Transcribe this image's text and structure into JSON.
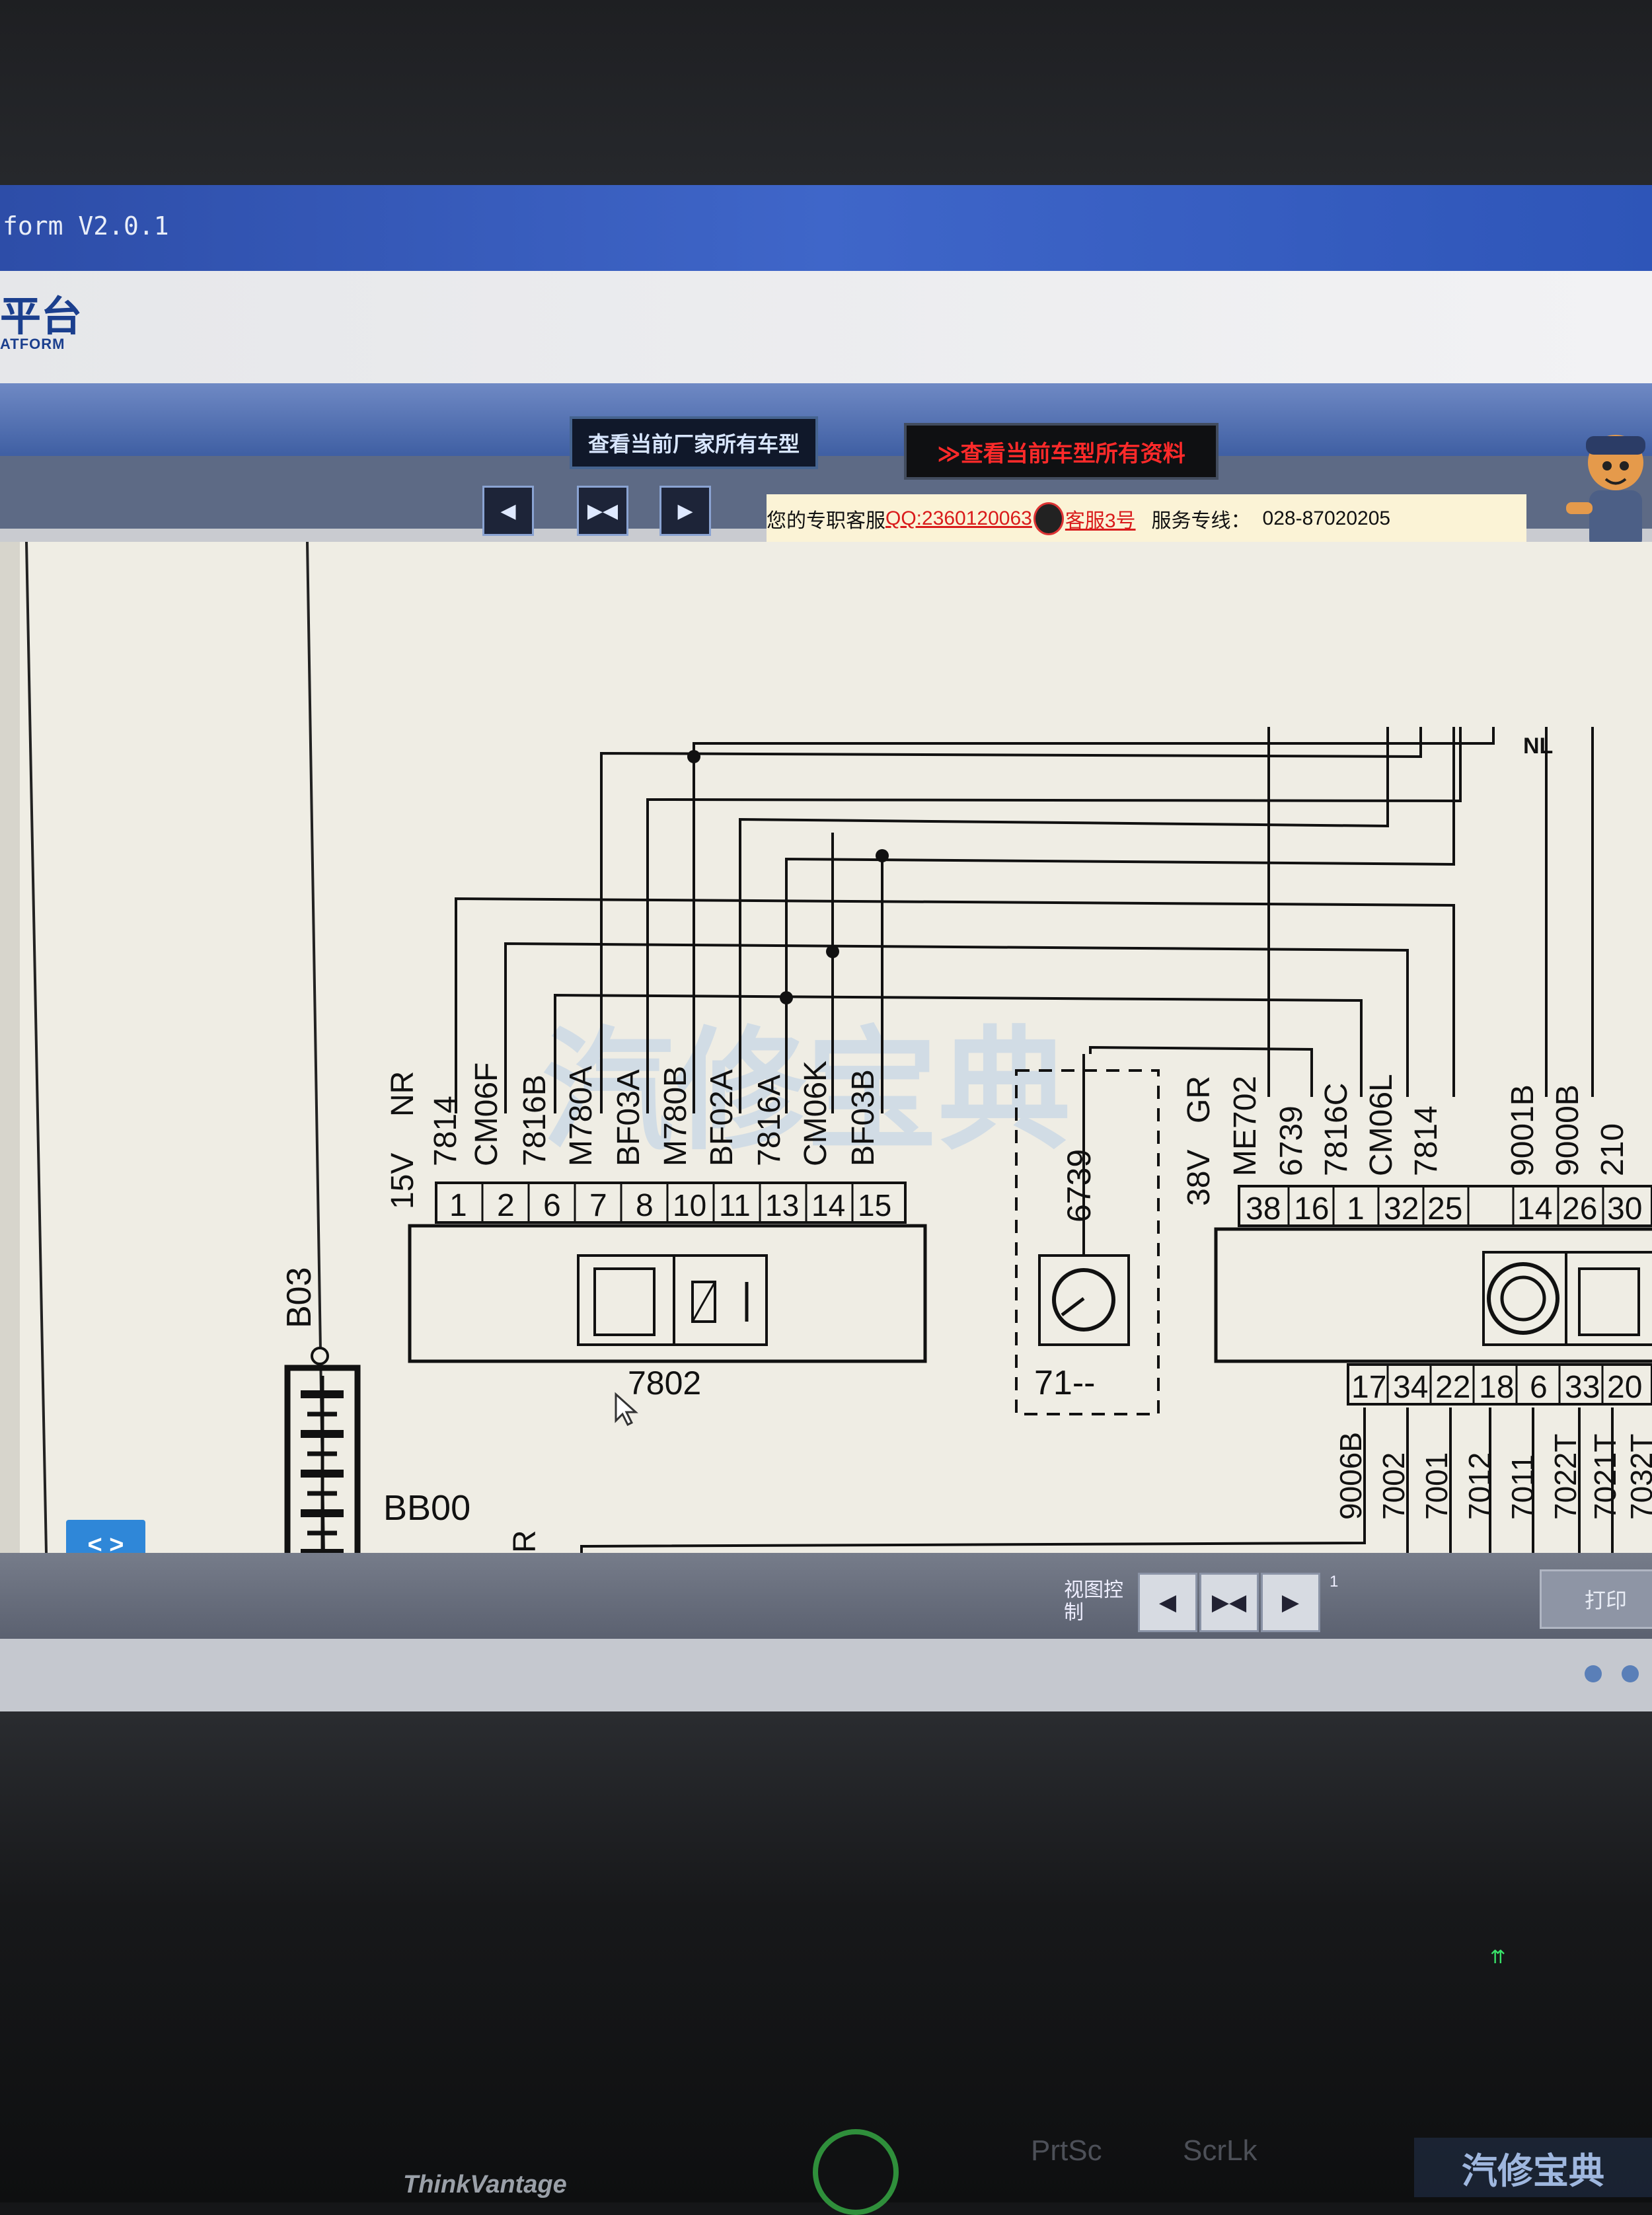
{
  "window": {
    "title": "form V2.0.1"
  },
  "banner": {
    "brand_main": "平台",
    "brand_sub": "ATFORM"
  },
  "toolbar": {
    "all_models_label": "查看当前厂家所有车型",
    "all_docs_label": "≫查看当前车型所有资料"
  },
  "service": {
    "prefix": "您的专职客服",
    "qq_link": "QQ:2360120063",
    "agent_link": "客服3号",
    "hotline_label": "服务专线：",
    "hotline_number": "028-87020205"
  },
  "nav_icons": [
    "nav-left-icon",
    "nav-center-icon",
    "nav-right-icon"
  ],
  "diagram": {
    "watermark": "汽修宝典",
    "top_right_label": "NL",
    "ground_label": "B03",
    "battery_label": "BB00",
    "left_connector_header": [
      "15V",
      "NR"
    ],
    "left_connector_pin_header": "7814",
    "left_connector_wires": [
      "CM06F",
      "7816B",
      "M780A",
      "BF03A",
      "M780B",
      "BF02A",
      "7816A",
      "CM06K",
      "BF03B"
    ],
    "left_connector_pins": [
      "1",
      "2",
      "6",
      "7",
      "8",
      "10",
      "11",
      "13",
      "14",
      "15"
    ],
    "left_component_id": "7802",
    "sensor_wire": "6739",
    "sensor_component_id": "71--",
    "right_connector_header": [
      "38V",
      "GR"
    ],
    "right_connector_wires_top": [
      "ME702",
      "6739",
      "7816C",
      "CM06L",
      "7814",
      "9001B",
      "9000B",
      "210"
    ],
    "right_connector_pins_top": [
      "38",
      "16",
      "1",
      "32",
      "25",
      "14",
      "26",
      "30"
    ],
    "right_connector_pins_bottom": [
      "17",
      "34",
      "22",
      "18",
      "6",
      "33",
      "20"
    ],
    "right_connector_wires_bottom": [
      "9006B",
      "7002",
      "7001",
      "7012",
      "7011",
      "7022T",
      "7021T",
      "7032T"
    ],
    "bottom_left_text": "R"
  },
  "pager_label": "< >",
  "view_control": {
    "label_line1": "视图控",
    "label_line2": "制",
    "page_marker": "1",
    "print_label": "打印"
  },
  "keyboard": {
    "prtsc": "PrtSc",
    "scrlk": "ScrLk",
    "brand": "ThinkVantage"
  },
  "corner_watermark": "汽修宝典",
  "colors": {
    "title_blue": "#3f66c9",
    "link_red": "#d91b1b",
    "pager_blue": "#2f87d8",
    "power_green": "#2f8f3b"
  }
}
